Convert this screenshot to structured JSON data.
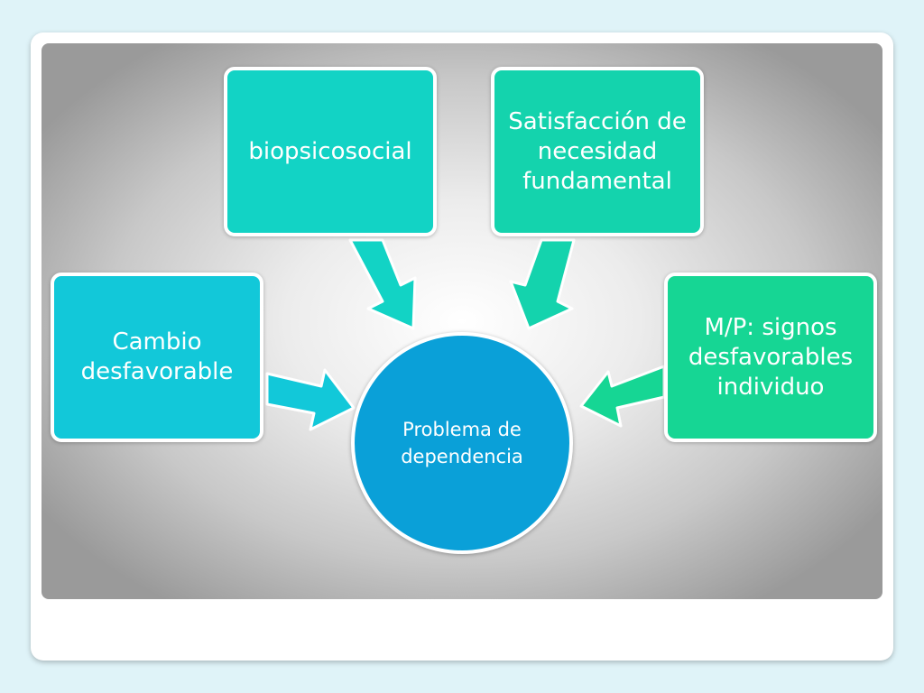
{
  "diagram": {
    "center": {
      "label": "Problema de dependencia"
    },
    "nodes": [
      {
        "id": "bio",
        "label": "biopsicosocial",
        "color": "#12d3c5"
      },
      {
        "id": "sat",
        "label": "Satisfacción de necesidad fundamental",
        "color": "#14d3ad"
      },
      {
        "id": "cambio",
        "label": "Cambio desfavorable",
        "color": "#12c8d9"
      },
      {
        "id": "mp",
        "label": "M/P: signos desfavorables individuo",
        "color": "#16d694"
      }
    ],
    "center_color": "#0aa0d8"
  }
}
